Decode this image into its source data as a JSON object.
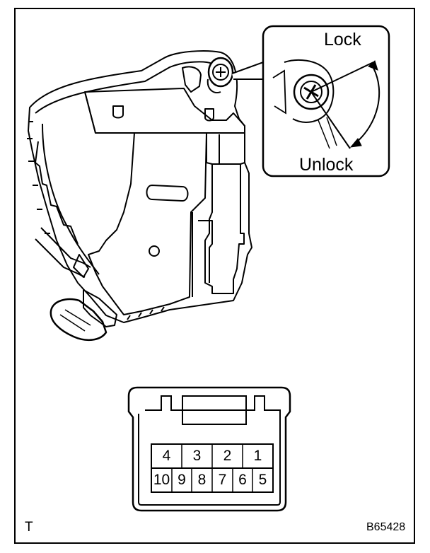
{
  "callout": {
    "lock_label": "Lock",
    "unlock_label": "Unlock"
  },
  "connector": {
    "top_row": [
      "4",
      "3",
      "2",
      "1"
    ],
    "bottom_row": [
      "10",
      "9",
      "8",
      "7",
      "6",
      "5"
    ]
  },
  "footer": {
    "corner_mark": "T",
    "figure_id": "B65428"
  }
}
